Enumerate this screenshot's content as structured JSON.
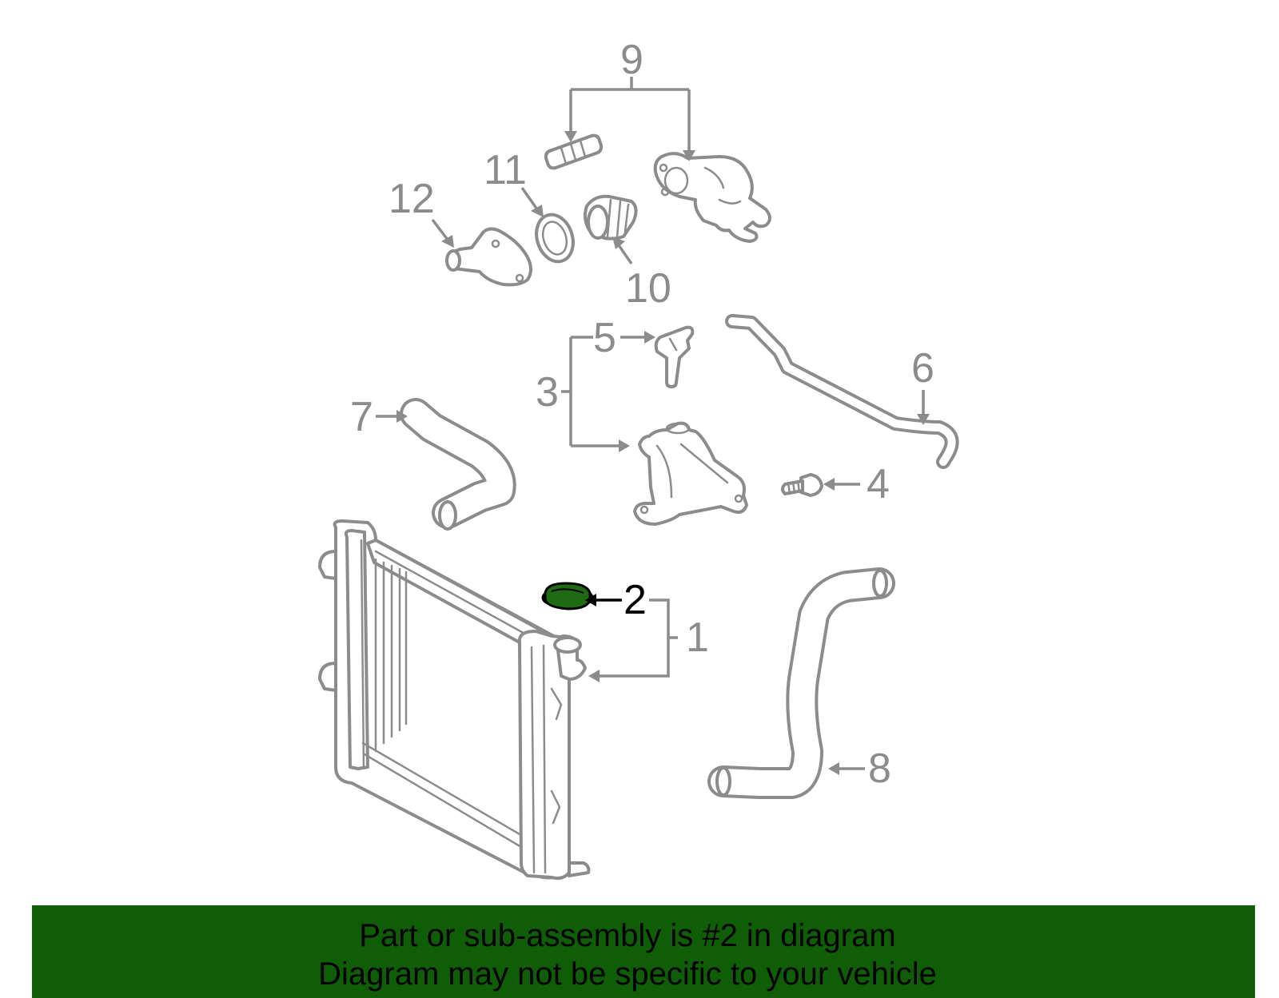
{
  "colors": {
    "banner_bg": "#0f5e07",
    "highlight_fill": "#1e6b14",
    "part_stroke": "#8c8c8c",
    "highlight_label": "#000000"
  },
  "callouts": {
    "c1": "1",
    "c2": "2",
    "c3": "3",
    "c4": "4",
    "c5": "5",
    "c6": "6",
    "c7": "7",
    "c8": "8",
    "c9": "9",
    "c10": "10",
    "c11": "11",
    "c12": "12"
  },
  "highlighted_part": "2",
  "banner": {
    "line1": "Part or sub-assembly is #2 in diagram",
    "line2": "Diagram may not be specific to your vehicle"
  }
}
